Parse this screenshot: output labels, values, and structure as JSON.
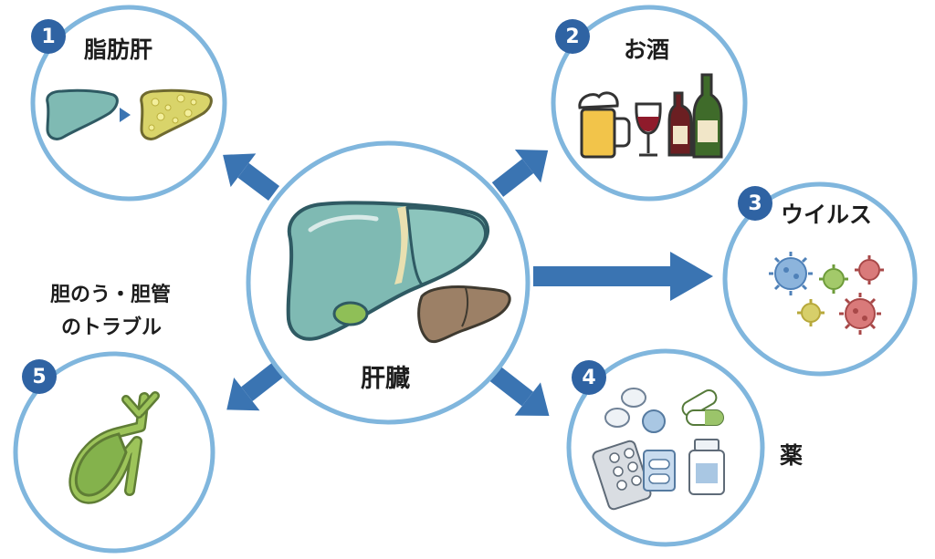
{
  "center": {
    "label": "肝臓"
  },
  "causes": [
    {
      "num": "1",
      "label": "脂肪肝"
    },
    {
      "num": "2",
      "label": "お酒"
    },
    {
      "num": "3",
      "label": "ウイルス"
    },
    {
      "num": "4",
      "label": "薬"
    },
    {
      "num": "5",
      "label_line1": "胆のう・胆管",
      "label_line2": "のトラブル"
    }
  ],
  "colors": {
    "ring": "#80b6dd",
    "arrow": "#3a74b2",
    "badge": "#2f63a3",
    "liver": "#7fbab3",
    "liver_outline": "#2f5a63",
    "fatty_liver": "#d9d46a",
    "damaged_liver": "#9c8066",
    "gallbladder": "#84b24c"
  },
  "icons": [
    "healthy-liver-icon",
    "fatty-liver-icon",
    "beer-mug-icon",
    "wine-glass-icon",
    "wine-bottle-icon",
    "virus-icon",
    "pill-icon",
    "capsule-icon",
    "blister-pack-icon",
    "medicine-bottle-icon",
    "gallbladder-icon"
  ]
}
